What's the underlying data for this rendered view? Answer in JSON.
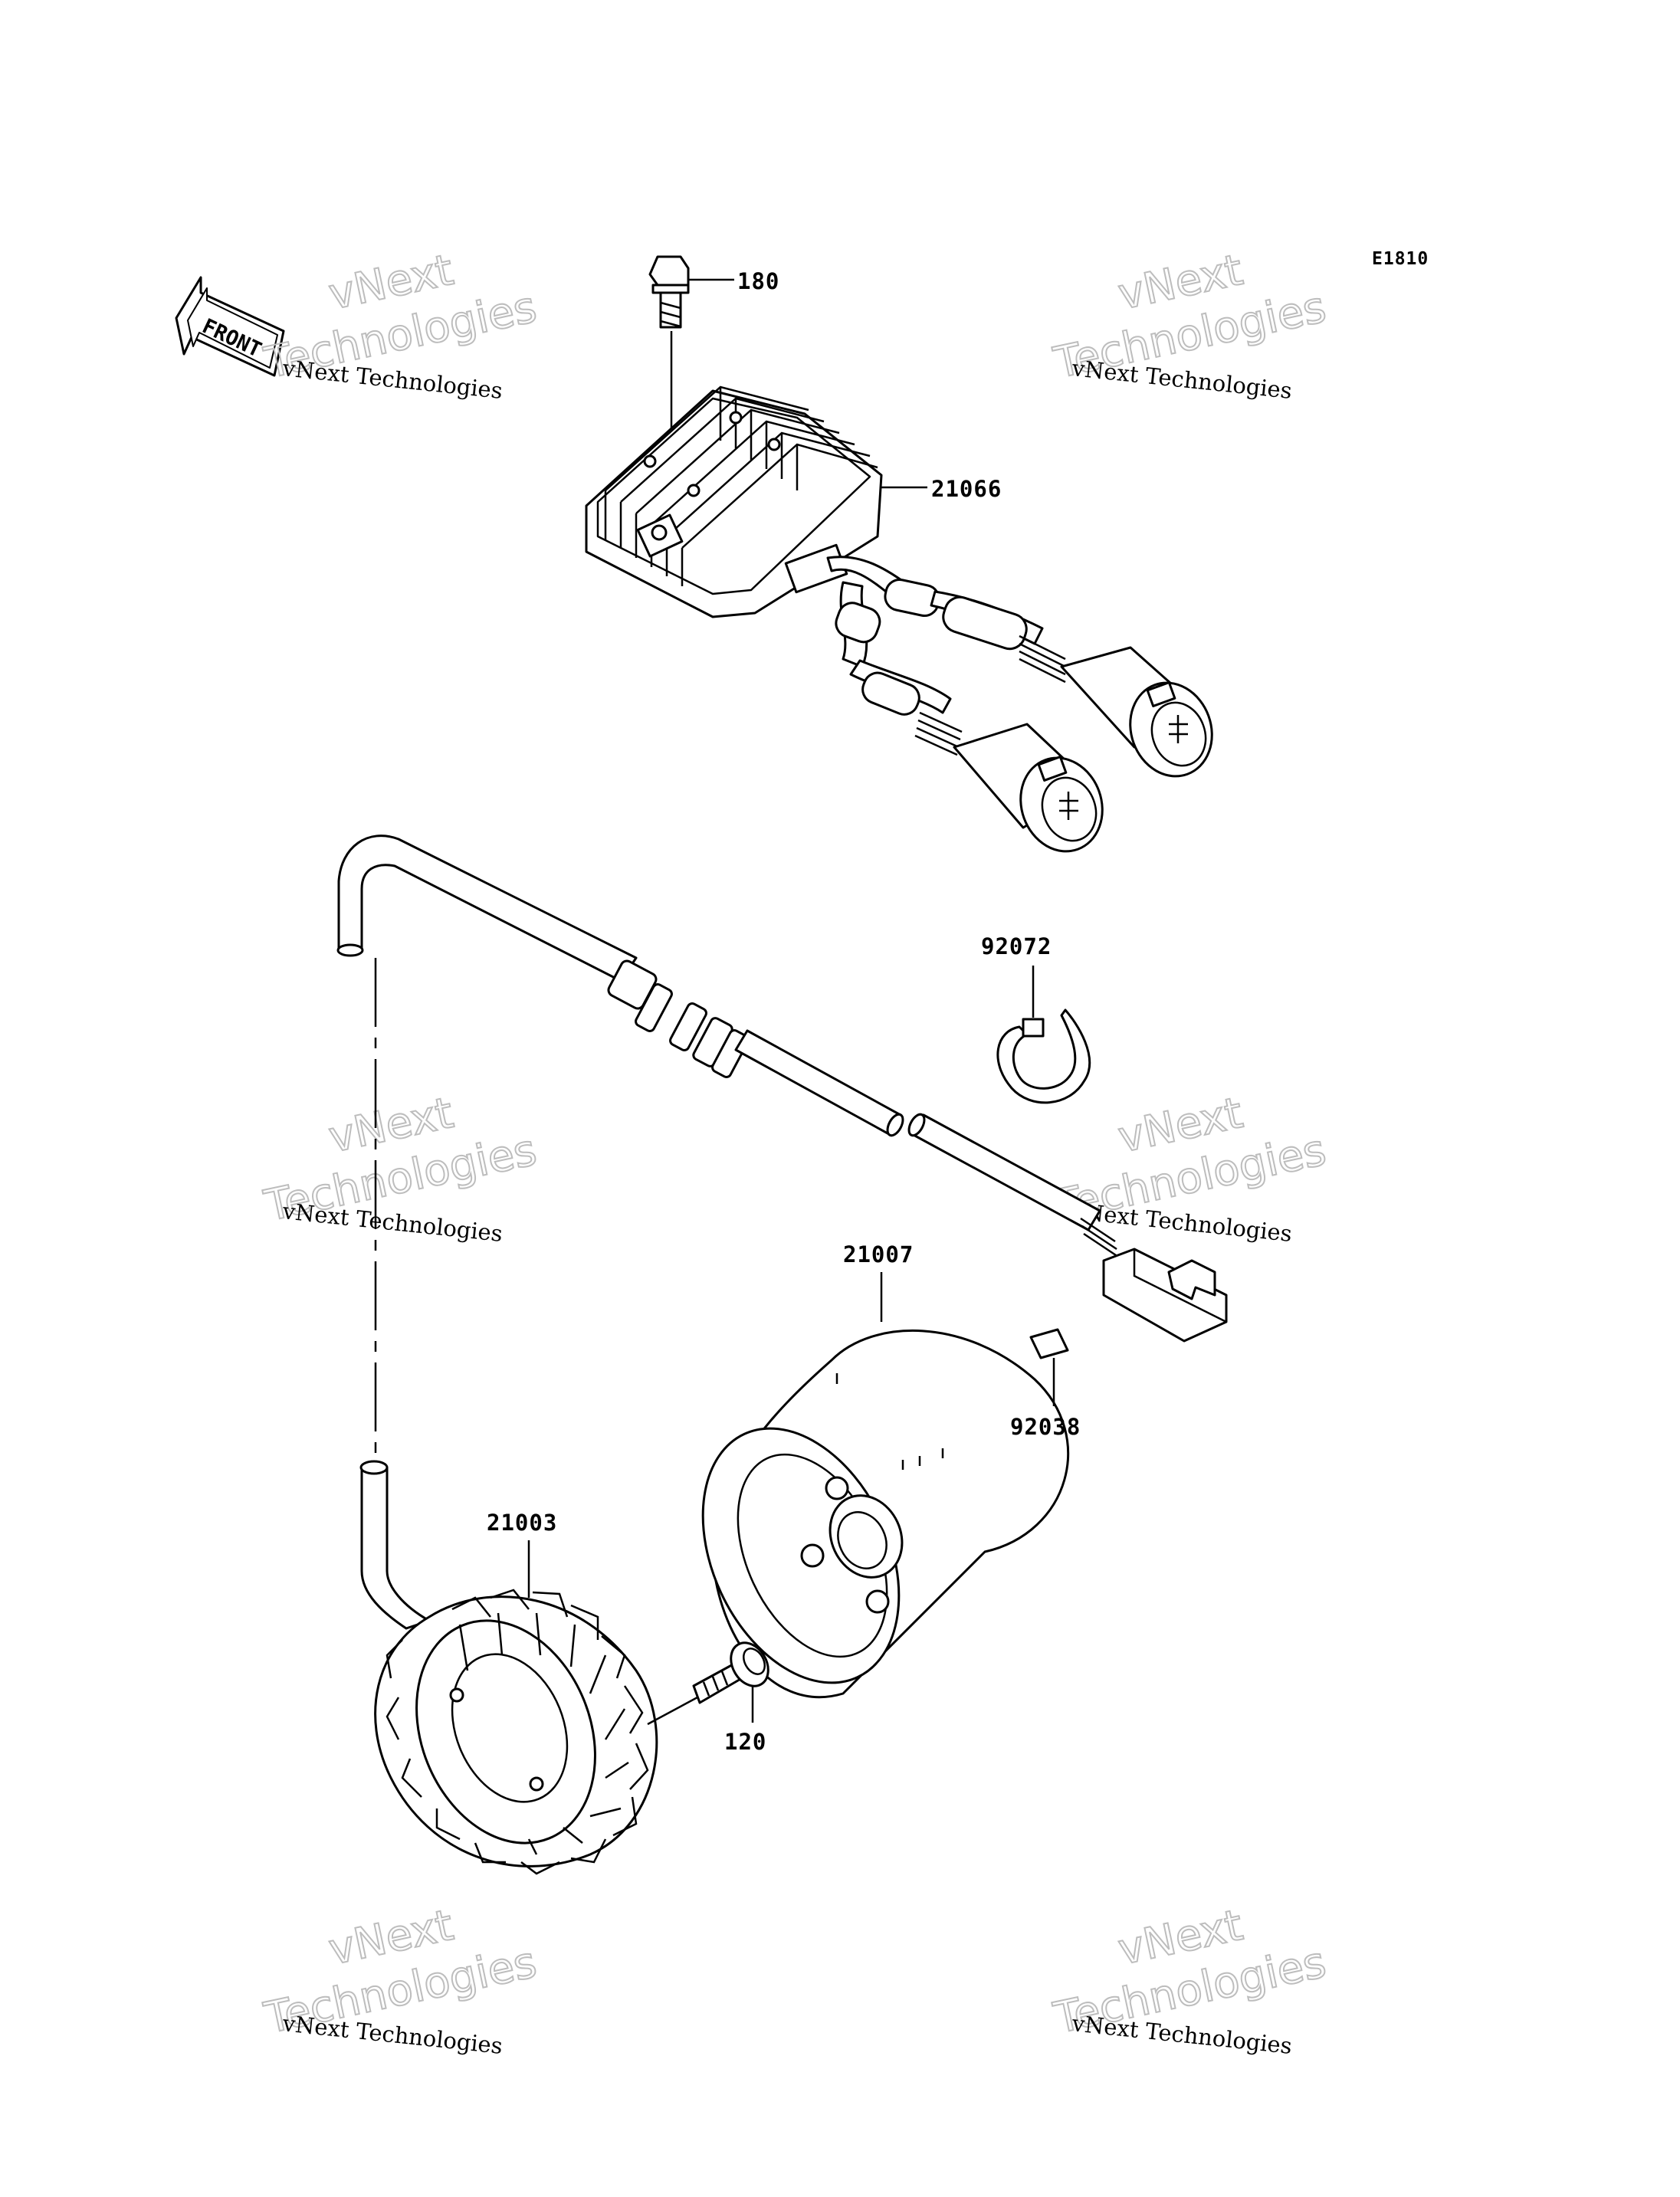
{
  "diagram_code": "E1810",
  "front_label": "FRONT",
  "watermark": {
    "company": "vNext Technologies",
    "line1": "vNext",
    "line2": "Technologies"
  },
  "parts": [
    {
      "id": "p180",
      "number": "180"
    },
    {
      "id": "p21066",
      "number": "21066"
    },
    {
      "id": "p92072",
      "number": "92072"
    },
    {
      "id": "p21007",
      "number": "21007"
    },
    {
      "id": "p92038",
      "number": "92038"
    },
    {
      "id": "p21003",
      "number": "21003"
    },
    {
      "id": "p120",
      "number": "120"
    }
  ],
  "icons": [
    "front-arrow-icon"
  ],
  "colors": {
    "ink": "#000000",
    "watermark": "#bdbdbd",
    "background": "#ffffff"
  }
}
